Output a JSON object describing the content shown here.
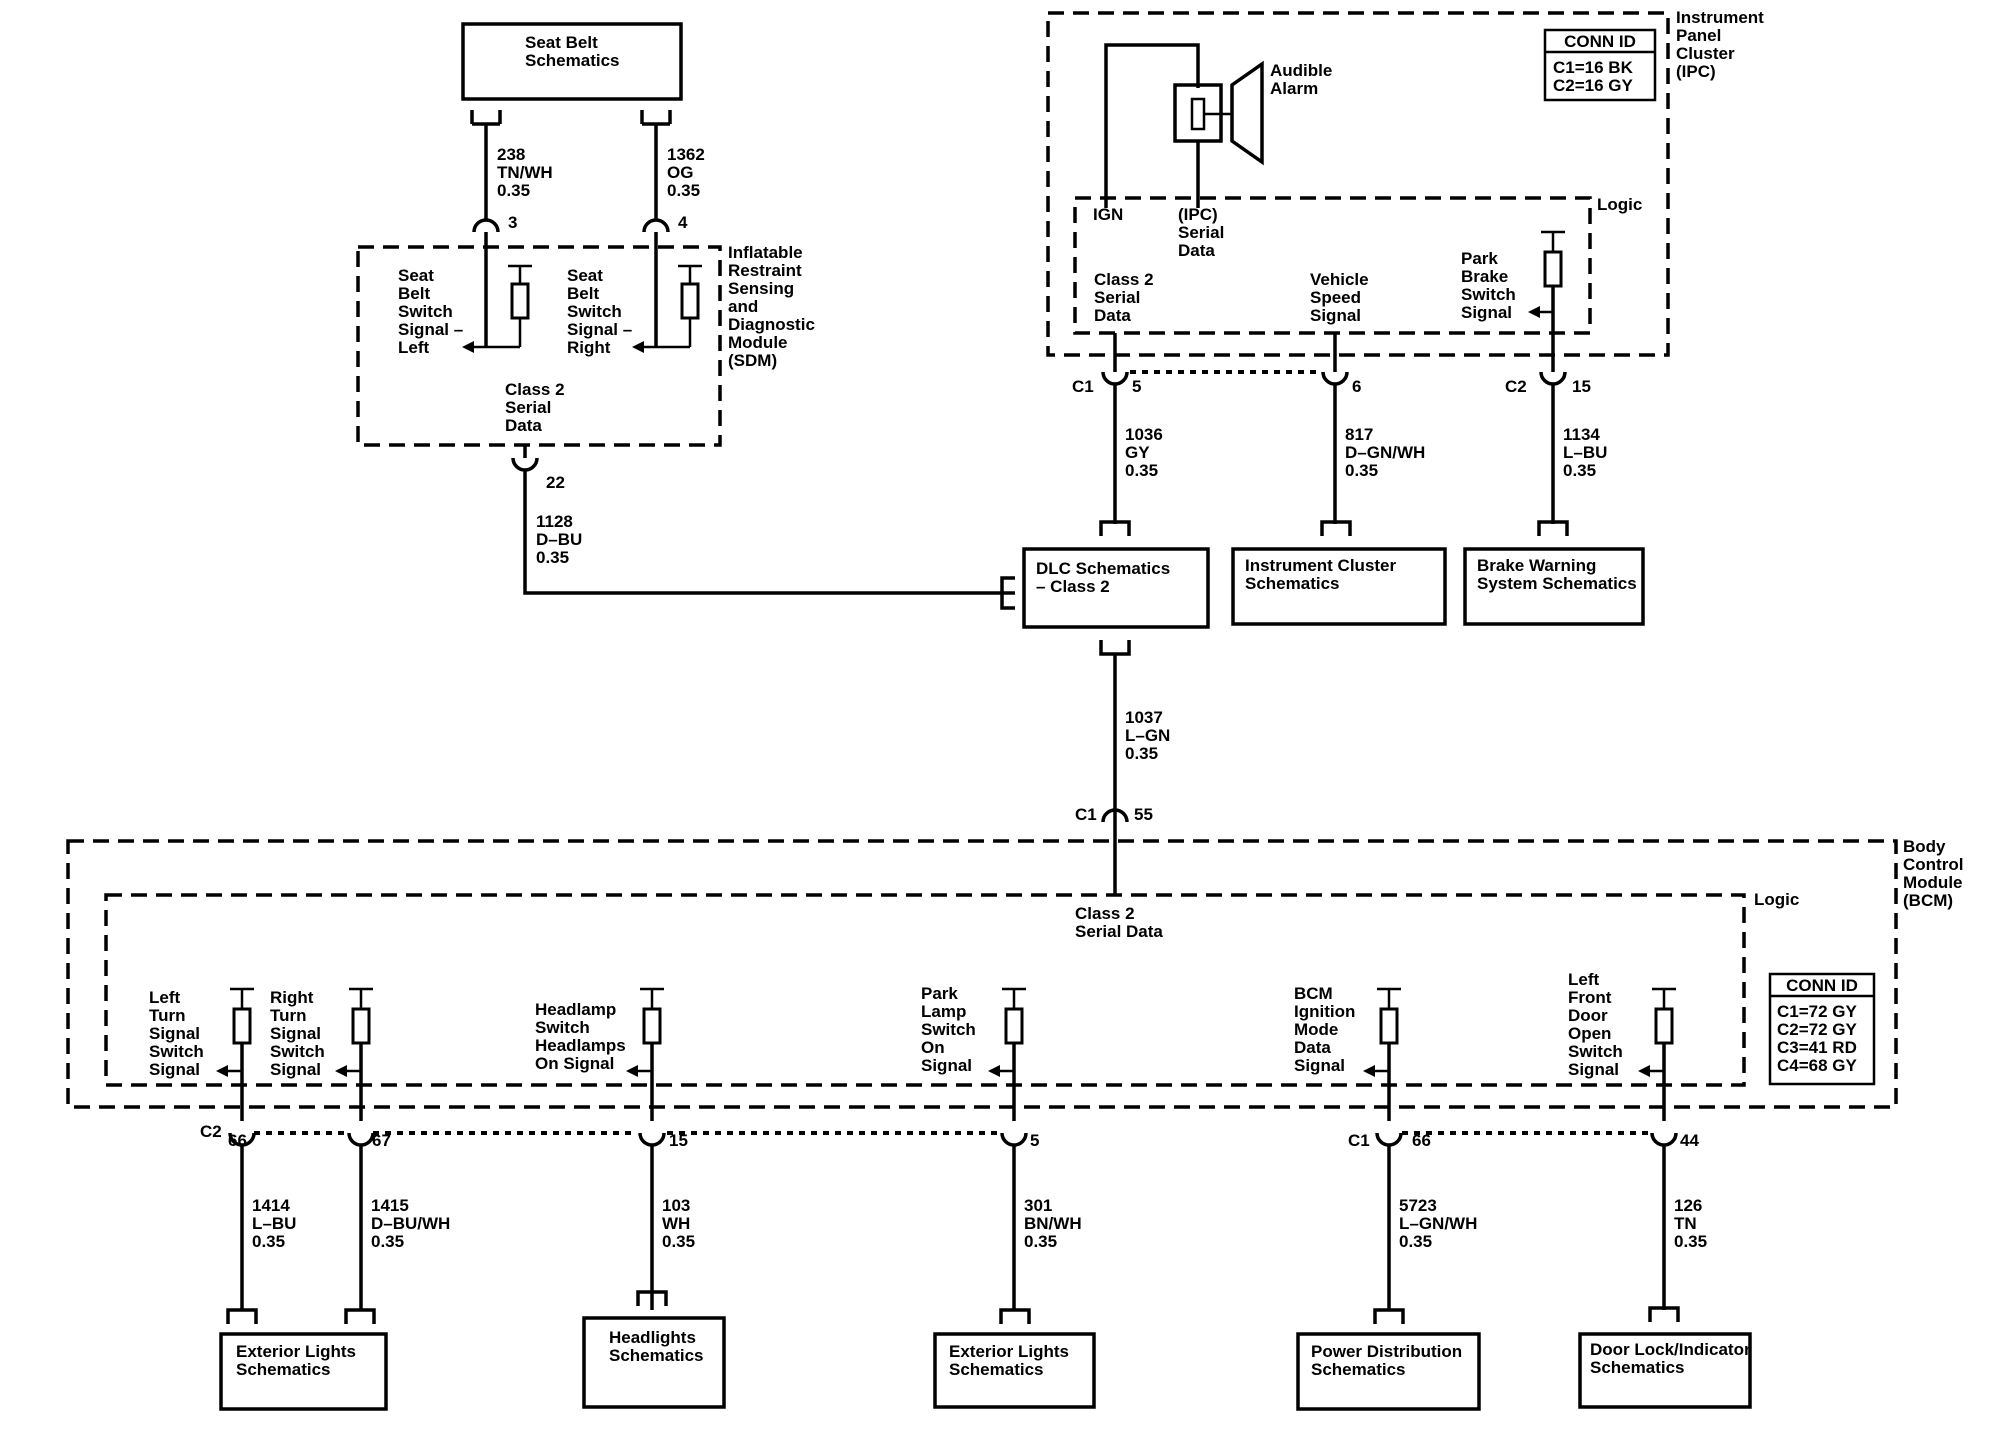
{
  "seat_belt_box": [
    "Seat Belt",
    "Schematics"
  ],
  "sdm": {
    "name": [
      "Inflatable",
      "Restraint",
      "Sensing",
      "and",
      "Diagnostic",
      "Module",
      "(SDM)"
    ],
    "left_switch": [
      "Seat",
      "Belt",
      "Switch",
      "Signal –",
      "Left"
    ],
    "right_switch": [
      "Seat",
      "Belt",
      "Switch",
      "Signal –",
      "Right"
    ],
    "serial": [
      "Class 2",
      "Serial",
      "Data"
    ],
    "pin_left": "3",
    "pin_right": "4",
    "pin_bottom": "22",
    "wire_left": [
      "238",
      "TN/WH",
      "0.35"
    ],
    "wire_right": [
      "1362",
      "OG",
      "0.35"
    ],
    "wire_bottom": [
      "1128",
      "D–BU",
      "0.35"
    ]
  },
  "ipc": {
    "name": [
      "Instrument",
      "Panel",
      "Cluster",
      "(IPC)"
    ],
    "conn_id_title": "CONN ID",
    "conn_ids": [
      "C1=16 BK",
      "C2=16 GY"
    ],
    "alarm": [
      "Audible",
      "Alarm"
    ],
    "logic_label": "Logic",
    "ign": "IGN",
    "ipc_serial": [
      "(IPC)",
      "Serial",
      "Data"
    ],
    "class2": [
      "Class 2",
      "Serial",
      "Data"
    ],
    "vss": [
      "Vehicle",
      "Speed",
      "Signal"
    ],
    "park_brake": [
      "Park",
      "Brake",
      "Switch",
      "Signal"
    ],
    "c1_label": "C1",
    "c2_label": "C2",
    "pin_5": "5",
    "pin_6": "6",
    "pin_15": "15",
    "wire_1036": [
      "1036",
      "GY",
      "0.35"
    ],
    "wire_817": [
      "817",
      "D–GN/WH",
      "0.35"
    ],
    "wire_1134": [
      "1134",
      "L–BU",
      "0.35"
    ]
  },
  "dlc_box": [
    "DLC Schematics",
    "– Class 2"
  ],
  "instrument_cluster_box": [
    "Instrument Cluster",
    "Schematics"
  ],
  "brake_warning_box": [
    "Brake Warning",
    "System Schematics"
  ],
  "wire_1037": [
    "1037",
    "L–GN",
    "0.35"
  ],
  "bcm": {
    "name": [
      "Body",
      "Control",
      "Module",
      "(BCM)"
    ],
    "c1_label_top": "C1",
    "pin_55": "55",
    "logic_label": "Logic",
    "serial": [
      "Class 2",
      "Serial Data"
    ],
    "conn_id_title": "CONN ID",
    "conn_ids": [
      "C1=72 GY",
      "C2=72 GY",
      "C3=41 RD",
      "C4=68 GY"
    ],
    "signals": [
      [
        "Left",
        "Turn",
        "Signal",
        "Switch",
        "Signal"
      ],
      [
        "Right",
        "Turn",
        "Signal",
        "Switch",
        "Signal"
      ],
      [
        "Headlamp",
        "Switch",
        "Headlamps",
        "On Signal"
      ],
      [
        "Park",
        "Lamp",
        "Switch",
        "On",
        "Signal"
      ],
      [
        "BCM",
        "Ignition",
        "Mode",
        "Data",
        "Signal"
      ],
      [
        "Left",
        "Front",
        "Door",
        "Open",
        "Switch",
        "Signal"
      ]
    ],
    "c2_label": "C2",
    "c1_label": "C1",
    "pins": [
      "66",
      "67",
      "15",
      "5",
      "66",
      "44"
    ],
    "wires": [
      [
        "1414",
        "L–BU",
        "0.35"
      ],
      [
        "1415",
        "D–BU/WH",
        "0.35"
      ],
      [
        "103",
        "WH",
        "0.35"
      ],
      [
        "301",
        "BN/WH",
        "0.35"
      ],
      [
        "5723",
        "L–GN/WH",
        "0.35"
      ],
      [
        "126",
        "TN",
        "0.35"
      ]
    ]
  },
  "bottom_boxes": [
    [
      "Exterior Lights",
      "Schematics"
    ],
    [
      "Headlights",
      "Schematics"
    ],
    [
      "Exterior Lights",
      "Schematics"
    ],
    [
      "Power Distribution",
      "Schematics"
    ],
    [
      "Door Lock/Indicator",
      "Schematics"
    ]
  ]
}
